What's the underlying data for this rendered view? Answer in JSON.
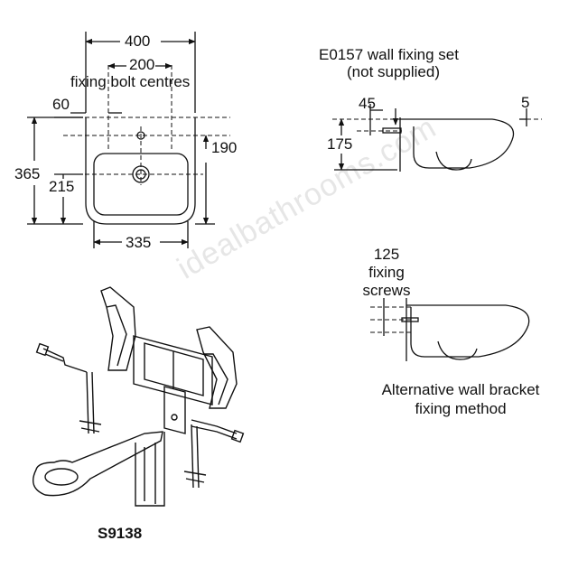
{
  "front_view": {
    "width": "400",
    "bolt_centres": "200",
    "bolt_centres_caption": "fixing bolt centres",
    "left_offset": "60",
    "tap_hole_height": "190",
    "overall_height": "365",
    "waste_height": "215",
    "bowl_width": "335"
  },
  "side_view": {
    "fixing_set_line1": "E0157 wall fixing set",
    "fixing_set_line2": "(not supplied)",
    "fixing_depth": "45",
    "rim_offset": "5",
    "fixing_height": "175"
  },
  "alt_view": {
    "screw_length": "125",
    "screw_caption_line1": "fixing",
    "screw_caption_line2": "screws",
    "title_line1": "Alternative wall bracket",
    "title_line2": "fixing method"
  },
  "bracket": {
    "product_code": "S9138"
  },
  "watermark": "idealbathrooms.com",
  "colors": {
    "line": "#111111",
    "watermark": "#e6e6e6"
  }
}
